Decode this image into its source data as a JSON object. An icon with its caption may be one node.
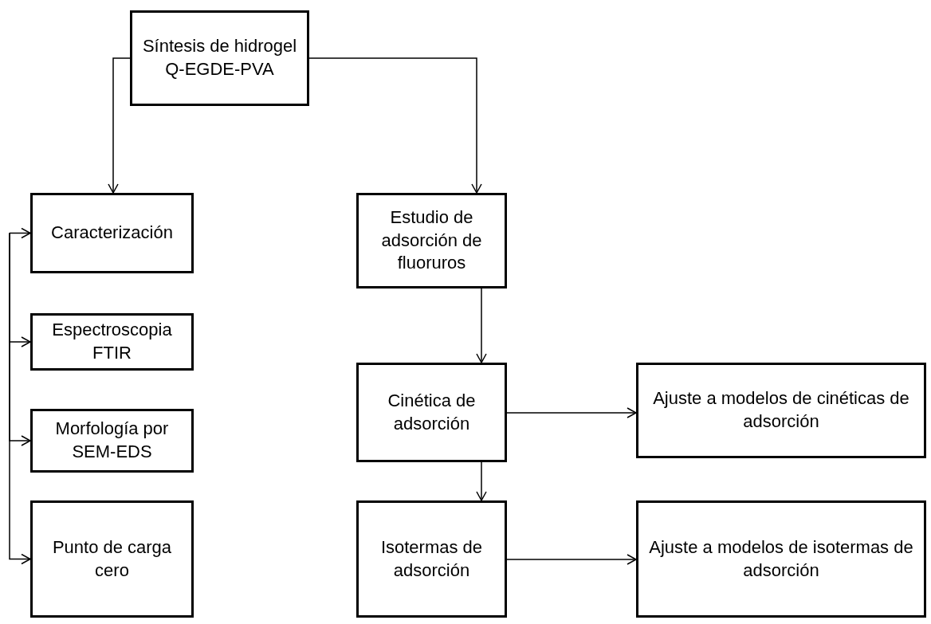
{
  "diagram": {
    "nodes": [
      {
        "text": [
          "Síntesis de hidrogel Q-EGDE-PVA"
        ]
      },
      {
        "text": [
          "Caracterización"
        ]
      },
      {
        "text": [
          "Espectroscopia FTIR"
        ]
      },
      {
        "text": [
          "Morfología por SEM-EDS"
        ]
      },
      {
        "text": [
          "Punto de carga cero"
        ]
      },
      {
        "text": [
          "Estudio de adsorción de fluoruros"
        ]
      },
      {
        "text": [
          "Cinética de adsorción"
        ]
      },
      {
        "text": [
          "Ajuste a modelos de cinéticas de adsorción"
        ]
      },
      {
        "text": [
          "Isotermas de adsorción"
        ]
      },
      {
        "text": [
          "Ajuste a modelos de isotermas de adsorción"
        ]
      }
    ],
    "edges": [
      {
        "from": 0,
        "to": 1,
        "arrow": "to"
      },
      {
        "from": 0,
        "to": 5,
        "arrow": "to"
      },
      {
        "from": null,
        "to": 1,
        "arrow": "to"
      },
      {
        "from": null,
        "to": 2,
        "arrow": "to"
      },
      {
        "from": null,
        "to": 3,
        "arrow": "to"
      },
      {
        "from": null,
        "to": 4,
        "arrow": "to"
      },
      {
        "from": 5,
        "to": 6,
        "arrow": "to"
      },
      {
        "from": 6,
        "to": 7,
        "arrow": "to"
      },
      {
        "from": 6,
        "to": 8,
        "arrow": "to"
      },
      {
        "from": 8,
        "to": 9,
        "arrow": "to"
      }
    ]
  }
}
